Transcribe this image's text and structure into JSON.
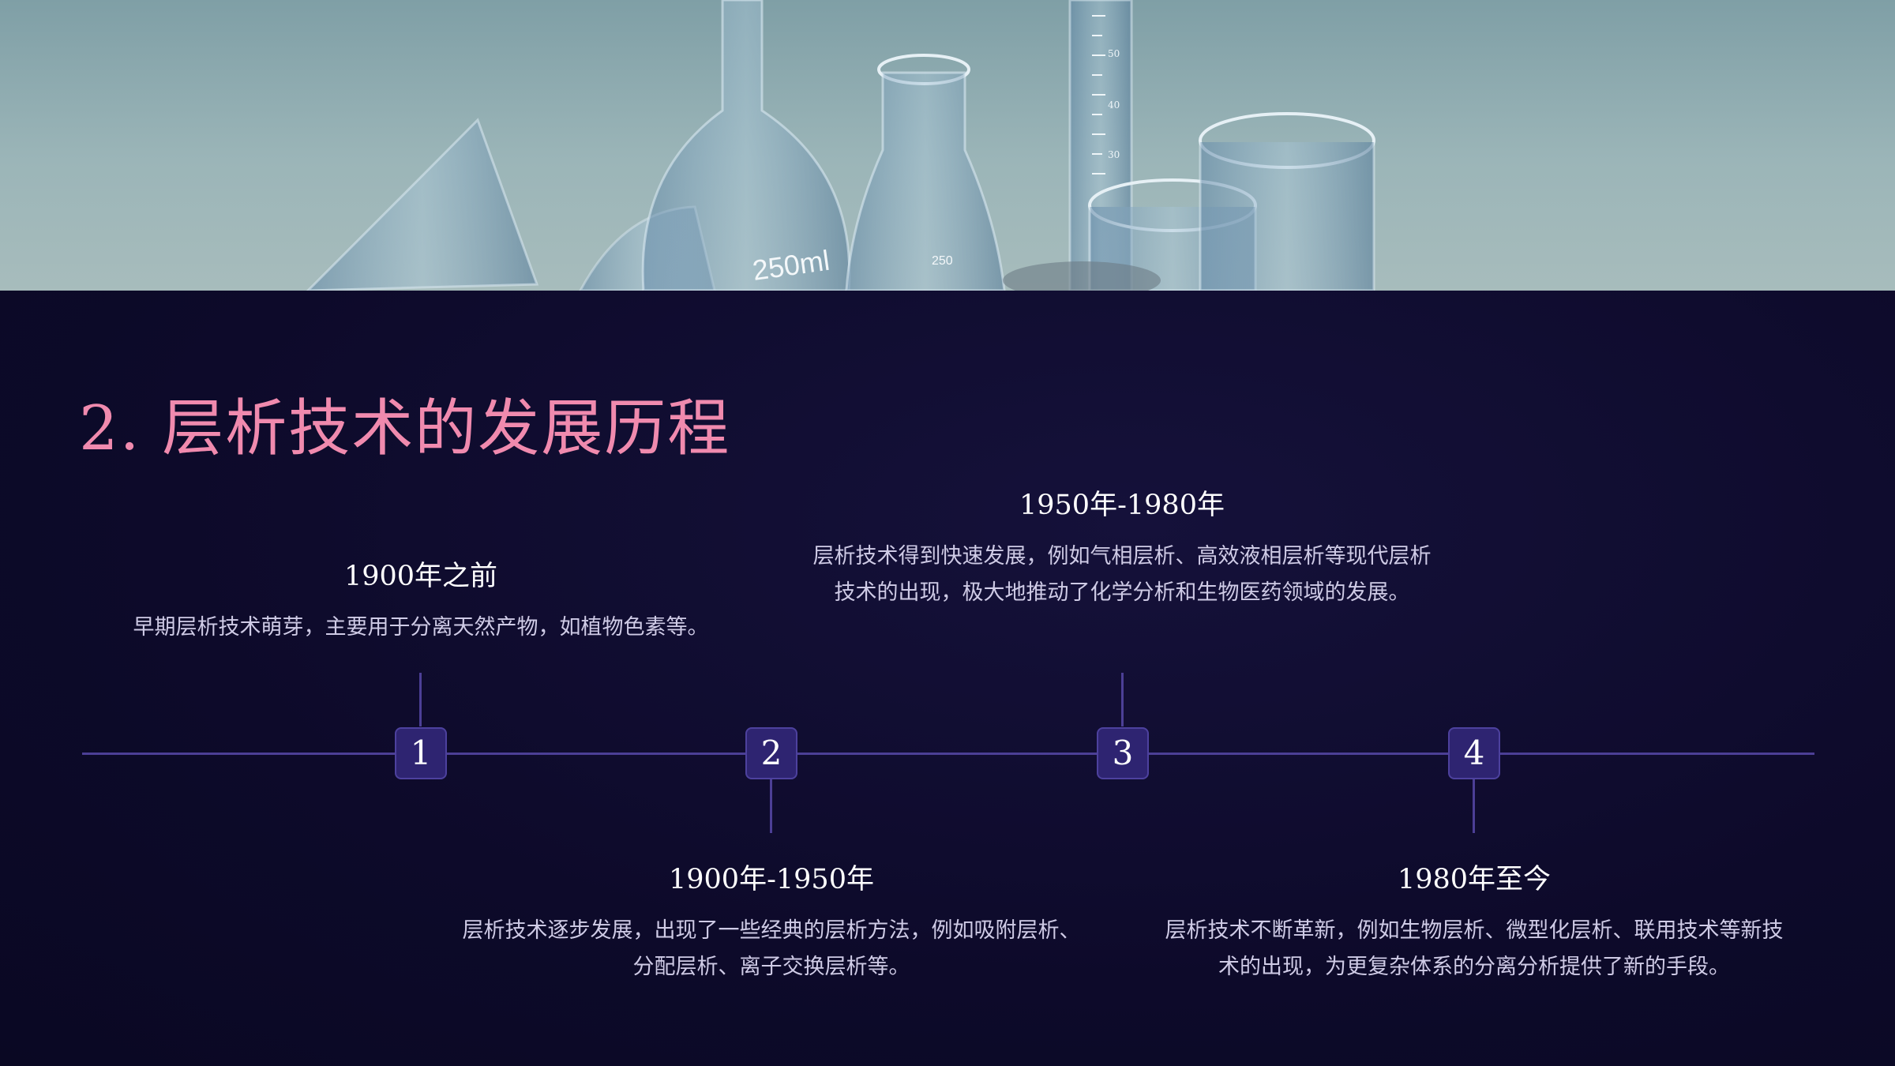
{
  "page": {
    "title": "2. 层析技术的发展历程"
  },
  "hero": {
    "image_subject": "laboratory glassware",
    "flask_label": "250ml",
    "beaker_label": "250",
    "cylinder_marks": [
      "50",
      "40",
      "30"
    ]
  },
  "timeline": {
    "events": [
      {
        "number": "1",
        "period": "1900年之前",
        "description": "早期层析技术萌芽，主要用于分离天然产物，如植物色素等。"
      },
      {
        "number": "2",
        "period": "1900年-1950年",
        "description": "层析技术逐步发展，出现了一些经典的层析方法，例如吸附层析、分配层析、离子交换层析等。"
      },
      {
        "number": "3",
        "period": "1950年-1980年",
        "description": "层析技术得到快速发展，例如气相层析、高效液相层析等现代层析技术的出现，极大地推动了化学分析和生物医药领域的发展。"
      },
      {
        "number": "4",
        "period": "1980年至今",
        "description": "层析技术不断革新，例如生物层析、微型化层析、联用技术等新技术的出现，为更复杂体系的分离分析提供了新的手段。"
      }
    ]
  },
  "colors": {
    "background": "#0d0a2a",
    "title": "#f08aae",
    "line": "#4c3f96",
    "node": "#2e2471",
    "text": "#ffffff",
    "description": "#cfcbe6"
  }
}
